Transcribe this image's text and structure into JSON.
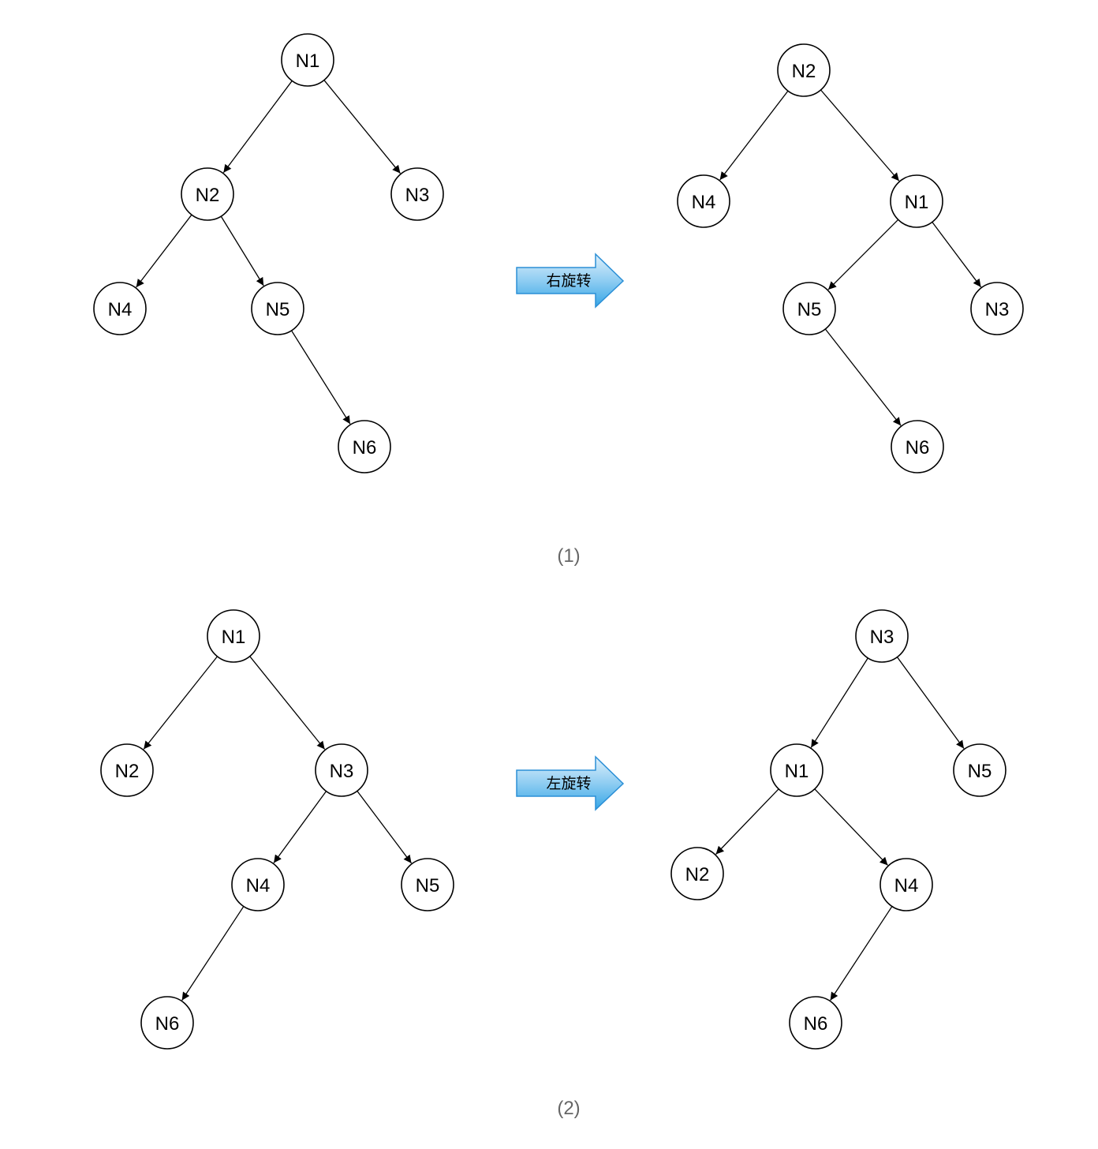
{
  "colors": {
    "node_stroke": "#000000",
    "edge": "#000000",
    "arrow_fill_top": "#dff0fb",
    "arrow_fill_bottom": "#36a6e6",
    "arrow_stroke": "#2b8fd6",
    "caption": "#666666"
  },
  "panels": [
    {
      "caption": "(1)",
      "operation_label": "右旋转",
      "before": {
        "nodes": [
          "N1",
          "N2",
          "N3",
          "N4",
          "N5",
          "N6"
        ],
        "edges": [
          [
            "N1",
            "N2"
          ],
          [
            "N1",
            "N3"
          ],
          [
            "N2",
            "N4"
          ],
          [
            "N2",
            "N5"
          ],
          [
            "N5",
            "N6"
          ]
        ]
      },
      "after": {
        "nodes": [
          "N2",
          "N4",
          "N1",
          "N5",
          "N3",
          "N6"
        ],
        "edges": [
          [
            "N2",
            "N4"
          ],
          [
            "N2",
            "N1"
          ],
          [
            "N1",
            "N5"
          ],
          [
            "N1",
            "N3"
          ],
          [
            "N5",
            "N6"
          ]
        ]
      }
    },
    {
      "caption": "(2)",
      "operation_label": "左旋转",
      "before": {
        "nodes": [
          "N1",
          "N2",
          "N3",
          "N4",
          "N5",
          "N6"
        ],
        "edges": [
          [
            "N1",
            "N2"
          ],
          [
            "N1",
            "N3"
          ],
          [
            "N3",
            "N4"
          ],
          [
            "N3",
            "N5"
          ],
          [
            "N4",
            "N6"
          ]
        ]
      },
      "after": {
        "nodes": [
          "N3",
          "N1",
          "N5",
          "N2",
          "N4",
          "N6"
        ],
        "edges": [
          [
            "N3",
            "N1"
          ],
          [
            "N3",
            "N5"
          ],
          [
            "N1",
            "N2"
          ],
          [
            "N1",
            "N4"
          ],
          [
            "N4",
            "N6"
          ]
        ]
      }
    }
  ]
}
